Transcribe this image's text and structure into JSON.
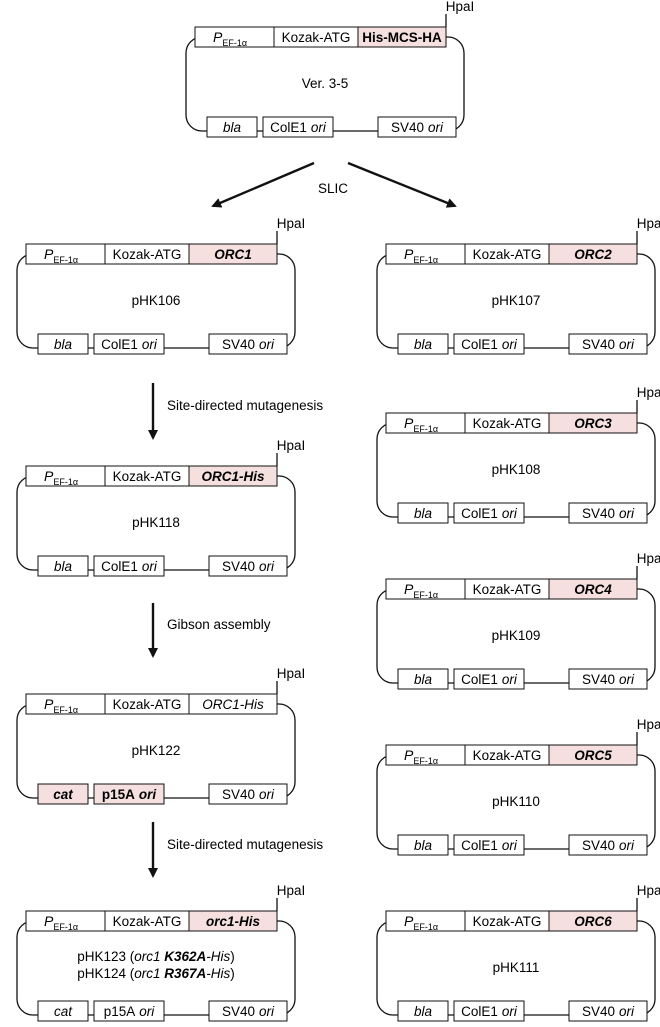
{
  "colors": {
    "highlight": "#f5dfdf",
    "line": "#111111",
    "background": "#ffffff"
  },
  "label_promoter_main": "P",
  "label_promoter_sub": "EF-1α",
  "label_kozak": "Kozak-ATG",
  "label_site": "HpaI",
  "label_bla": "bla",
  "label_cat": "cat",
  "label_ori_suffix": "ori",
  "label_sv40": "SV40",
  "arrow_labels": {
    "slic": "SLIC",
    "mut1": "Site-directed mutagenesis",
    "gibson": "Gibson assembly",
    "mut2": "Site-directed mutagenesis"
  },
  "plasmids": [
    {
      "id": "ver",
      "name": "Ver. 3-5",
      "gene": "His-MCS-HA",
      "gene_style": "bold",
      "gene_hl": true,
      "marker": "bla",
      "marker_hl": false,
      "ori": "ColE1",
      "ori_hl": false
    },
    {
      "id": "phk106",
      "name": "pHK106",
      "gene": "ORC1",
      "gene_style": "bolditalic",
      "gene_hl": true,
      "marker": "bla",
      "marker_hl": false,
      "ori": "ColE1",
      "ori_hl": false
    },
    {
      "id": "phk107",
      "name": "pHK107",
      "gene": "ORC2",
      "gene_style": "bolditalic",
      "gene_hl": true,
      "marker": "bla",
      "marker_hl": false,
      "ori": "ColE1",
      "ori_hl": false
    },
    {
      "id": "phk118",
      "name": "pHK118",
      "gene": "ORC1-His",
      "gene_style": "bolditalic",
      "gene_hl": true,
      "marker": "bla",
      "marker_hl": false,
      "ori": "ColE1",
      "ori_hl": false
    },
    {
      "id": "phk108",
      "name": "pHK108",
      "gene": "ORC3",
      "gene_style": "bolditalic",
      "gene_hl": true,
      "marker": "bla",
      "marker_hl": false,
      "ori": "ColE1",
      "ori_hl": false
    },
    {
      "id": "phk109",
      "name": "pHK109",
      "gene": "ORC4",
      "gene_style": "bolditalic",
      "gene_hl": true,
      "marker": "bla",
      "marker_hl": false,
      "ori": "ColE1",
      "ori_hl": false
    },
    {
      "id": "phk122",
      "name": "pHK122",
      "gene": "ORC1-His",
      "gene_style": "italic",
      "gene_hl": false,
      "marker": "cat",
      "marker_hl": true,
      "ori": "p15A",
      "ori_hl": true
    },
    {
      "id": "phk110",
      "name": "pHK110",
      "gene": "ORC5",
      "gene_style": "bolditalic",
      "gene_hl": true,
      "marker": "bla",
      "marker_hl": false,
      "ori": "ColE1",
      "ori_hl": false
    },
    {
      "id": "phk123",
      "gene": "orc1-His",
      "gene_style": "bolditalic",
      "gene_hl": true,
      "marker": "cat",
      "marker_hl": false,
      "ori": "p15A",
      "ori_hl": false,
      "name_lines": [
        {
          "pre": "pHK123 (",
          "it": "orc1 ",
          "bi": "K362A",
          "it2": "-His",
          "post": ")"
        },
        {
          "pre": "pHK124 (",
          "it": "orc1 ",
          "bi": "R367A",
          "it2": "-His",
          "post": ")"
        }
      ]
    },
    {
      "id": "phk111",
      "name": "pHK111",
      "gene": "ORC6",
      "gene_style": "bolditalic",
      "gene_hl": true,
      "marker": "bla",
      "marker_hl": false,
      "ori": "ColE1",
      "ori_hl": false
    }
  ]
}
